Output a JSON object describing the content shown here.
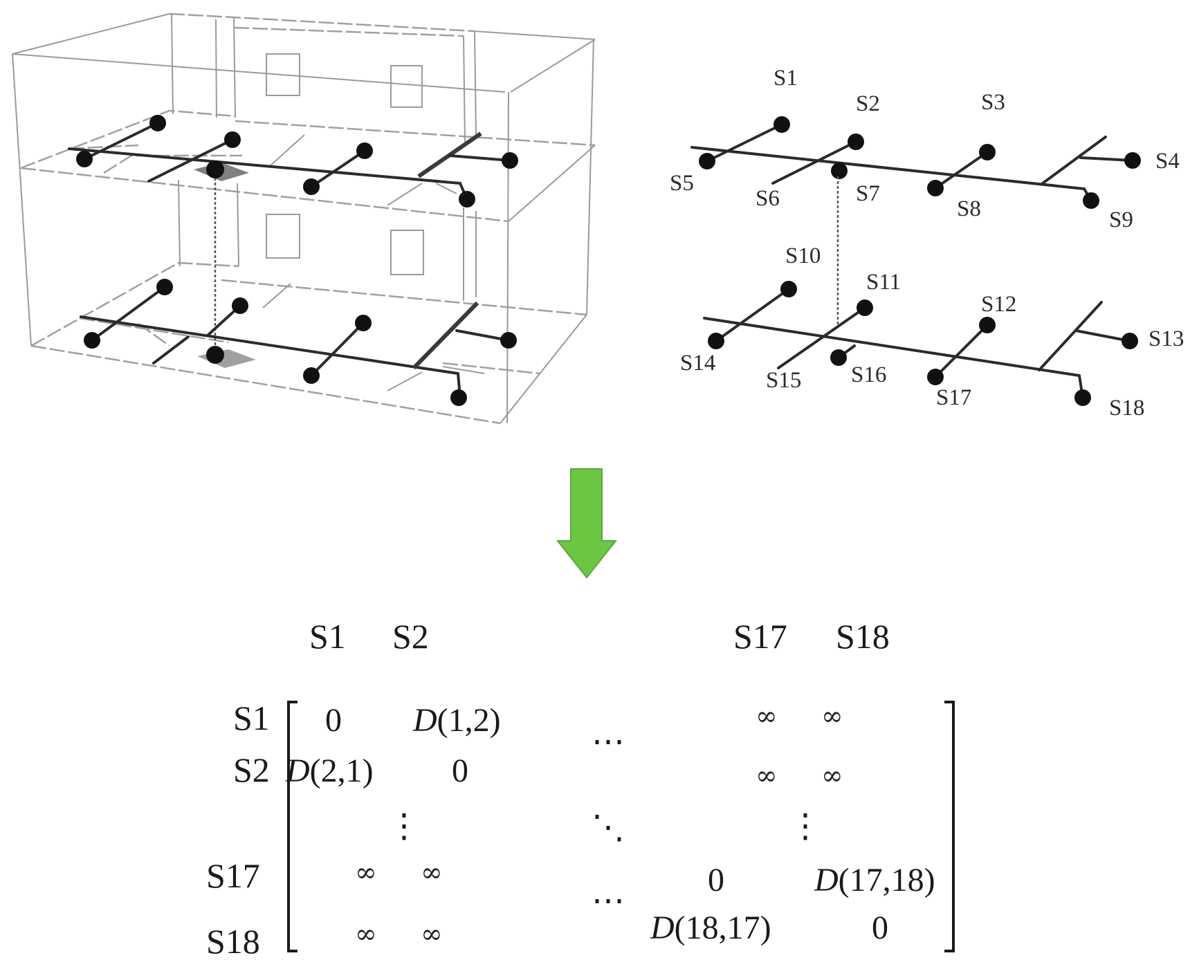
{
  "building_model": {
    "description": "3D wireframe of two-storey building with sprinkler pipe network",
    "floors": 2,
    "nodes_per_floor": 9,
    "colors": {
      "wireframe": "#9a9a9a",
      "pipe": "#2b2b2b",
      "node": "#111111"
    }
  },
  "network": {
    "upper_floor": {
      "labels": [
        "S1",
        "S2",
        "S3",
        "S4",
        "S5",
        "S6",
        "S7",
        "S8",
        "S9"
      ]
    },
    "lower_floor": {
      "labels": [
        "S10",
        "S11",
        "S12",
        "S13",
        "S14",
        "S15",
        "S16",
        "S17",
        "S18"
      ]
    },
    "nodes": {
      "S1": {
        "label": "S1"
      },
      "S2": {
        "label": "S2"
      },
      "S3": {
        "label": "S3"
      },
      "S4": {
        "label": "S4"
      },
      "S5": {
        "label": "S5"
      },
      "S6": {
        "label": "S6"
      },
      "S7": {
        "label": "S7"
      },
      "S8": {
        "label": "S8"
      },
      "S9": {
        "label": "S9"
      },
      "S10": {
        "label": "S10"
      },
      "S11": {
        "label": "S11"
      },
      "S12": {
        "label": "S12"
      },
      "S13": {
        "label": "S13"
      },
      "S14": {
        "label": "S14"
      },
      "S15": {
        "label": "S15"
      },
      "S16": {
        "label": "S16"
      },
      "S17": {
        "label": "S17"
      },
      "S18": {
        "label": "S18"
      }
    }
  },
  "arrow": {
    "direction": "down",
    "color": "#6cc644",
    "border": "#5aa83a"
  },
  "matrix": {
    "column_headers": [
      "S1",
      "S2",
      "S17",
      "S18"
    ],
    "row_labels": [
      "S1",
      "S2",
      "S17",
      "S18"
    ],
    "rows": [
      {
        "label": "S1",
        "cells": [
          "0",
          "D(1,2)",
          "⋯",
          "∞",
          "∞"
        ]
      },
      {
        "label": "S2",
        "cells": [
          "D(2,1)",
          "0",
          "",
          "∞",
          "∞"
        ]
      },
      {
        "label": "",
        "cells": [
          "⋮",
          "",
          "⋱",
          "⋮",
          ""
        ]
      },
      {
        "label": "S17",
        "cells": [
          "∞",
          "∞",
          "⋯",
          "0",
          "D(17,18)"
        ]
      },
      {
        "label": "S18",
        "cells": [
          "∞",
          "∞",
          "",
          "D(18,17)",
          "0"
        ]
      }
    ],
    "text": {
      "zero": "0",
      "inf": "∞",
      "hdots": "⋯",
      "vdots": "⋮",
      "ddots": "⋱",
      "d12": "D(1,2)",
      "d21": "D(2,1)",
      "d1718": "D(17,18)",
      "d1817": "D(18,17)"
    }
  }
}
